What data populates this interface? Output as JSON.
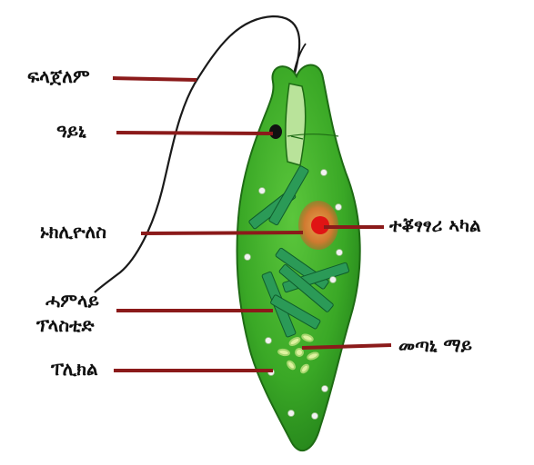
{
  "diagram": {
    "labels": {
      "flagellum": "ፍላጀለም",
      "eyespot": "ዓይኒ",
      "nucleolus": "ኑክሊዮለስ",
      "chloroplast_line1": "ሓምላይ",
      "chloroplast_line2": "ፕላስቲድ",
      "pellicle": "ፐሊክል",
      "nucleus": "ተቖፃፃሪ ኣካል",
      "contractile_vacuole": "መጣኒ ማይ"
    },
    "colors": {
      "body_fill": "#3fae2a",
      "body_edge": "#1e6b14",
      "chloroplast": "#2b9a57",
      "nucleus_outer": "#d9873a",
      "nucleus_core": "#e01414",
      "leader_line": "#8b1a1a"
    }
  }
}
